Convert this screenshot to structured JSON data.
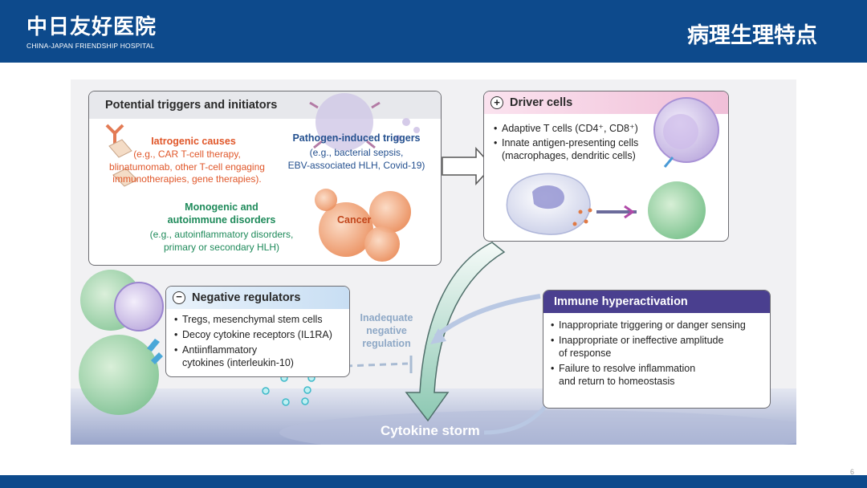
{
  "header": {
    "logo_cn": "中日友好医院",
    "logo_en": "CHINA-JAPAN FRIENDSHIP HOSPITAL",
    "title": "病理生理特点"
  },
  "page_number": "6",
  "diagram": {
    "triggers": {
      "title": "Potential triggers and initiators",
      "iatrogenic_title": "Iatrogenic causes",
      "iatrogenic_body": "(e.g., CAR T-cell therapy,\nblinatumomab, other T-cell engaging\nimmunotherapies, gene therapies).",
      "pathogen_title": "Pathogen-induced triggers",
      "pathogen_body": "(e.g., bacterial sepsis,\nEBV-associated HLH, Covid-19)",
      "monogenic_title": "Monogenic and\nautoimmune disorders",
      "monogenic_body": "(e.g., autoinflammatory disorders,\nprimary or secondary HLH)",
      "cancer_label": "Cancer"
    },
    "driver": {
      "symbol": "+",
      "title": "Driver cells",
      "items": [
        "Adaptive T cells (CD4⁺, CD8⁺)",
        "Innate antigen-presenting cells\n(macrophages, dendritic cells)"
      ]
    },
    "negative": {
      "symbol": "−",
      "title": "Negative regulators",
      "items": [
        "Tregs, mesenchymal stem cells",
        "Decoy cytokine receptors (IL1RA)",
        "Antiinflammatory\ncytokines (interleukin-10)"
      ]
    },
    "inadequate_label": "Inadequate\nnegative\nregulation",
    "hyper": {
      "title": "Immune hyperactivation",
      "items": [
        "Inappropriate triggering or danger sensing",
        "Inappropriate or ineffective amplitude\nof response",
        "Failure to resolve inflammation\nand return to homeostasis"
      ]
    },
    "storm_label": "Cytokine storm"
  },
  "colors": {
    "brand_blue": "#0d4a8c",
    "iatrogenic": "#e0572a",
    "pathogen": "#24508f",
    "monogenic": "#1e8a5a",
    "driver_header": "#f3c6dd",
    "negative_header": "#cfe3f5",
    "hyper_header": "#4a3f8f",
    "inadequate_text": "#8ea8c6"
  }
}
